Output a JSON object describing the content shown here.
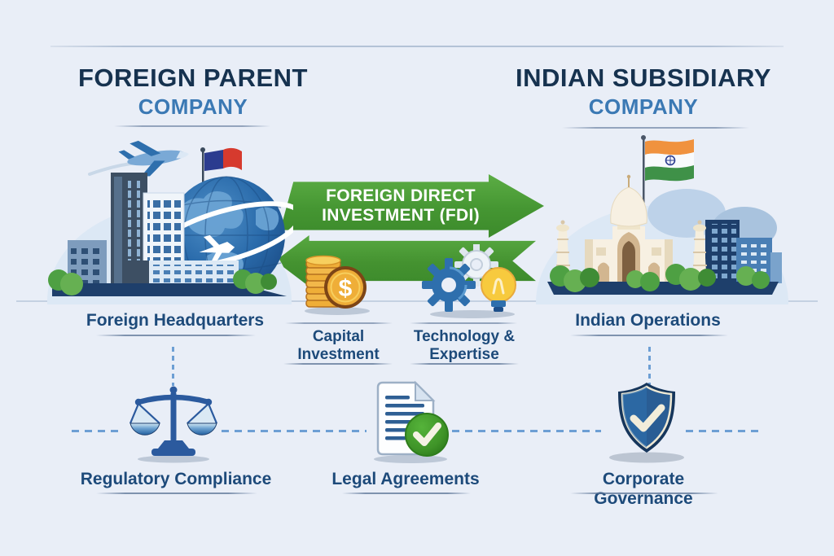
{
  "header": {
    "left": {
      "title": "FOREIGN PARENT",
      "subtitle": "COMPANY"
    },
    "right": {
      "title": "INDIAN SUBSIDIARY",
      "subtitle": "COMPANY"
    }
  },
  "flow": {
    "fdi_label": "FOREIGN DIRECT INVESTMENT (FDI)"
  },
  "columns": {
    "foreign_hq": "Foreign Headquarters",
    "capital": "Capital Investment",
    "technology": "Technology & Expertise",
    "indian_ops": "Indian Operations"
  },
  "footer": {
    "regulatory": "Regulatory Compliance",
    "legal": "Legal Agreements",
    "governance": "Corporate Governance"
  },
  "symbols": {
    "dollar": "$"
  },
  "icons": {
    "left_scene": "city-globe-airplane-flag-illustration",
    "right_scene": "taj-mahal-indian-flag-city-illustration",
    "capital_icon": "gold-coins-dollar-icon",
    "technology_icon": "gears-lightbulb-icon",
    "regulatory_icon": "scales-of-justice-icon",
    "legal_icon": "document-checkmark-icon",
    "governance_icon": "shield-checkmark-icon"
  },
  "colors": {
    "background": "#e9eef7",
    "heading_dark": "#16324f",
    "heading_light": "#3b79b4",
    "label_blue": "#1d4a7a",
    "arrow_green": "#459632",
    "arrow_text": "#ffffff",
    "dashed_connector": "#6d9fd4",
    "ground_navy": "#1e3f6b",
    "flag_saffron": "#f0923e",
    "flag_green": "#3f9148",
    "check_green": "#3f9428",
    "coin_gold": "#efae38",
    "icon_blue": "#2b5a9e"
  }
}
